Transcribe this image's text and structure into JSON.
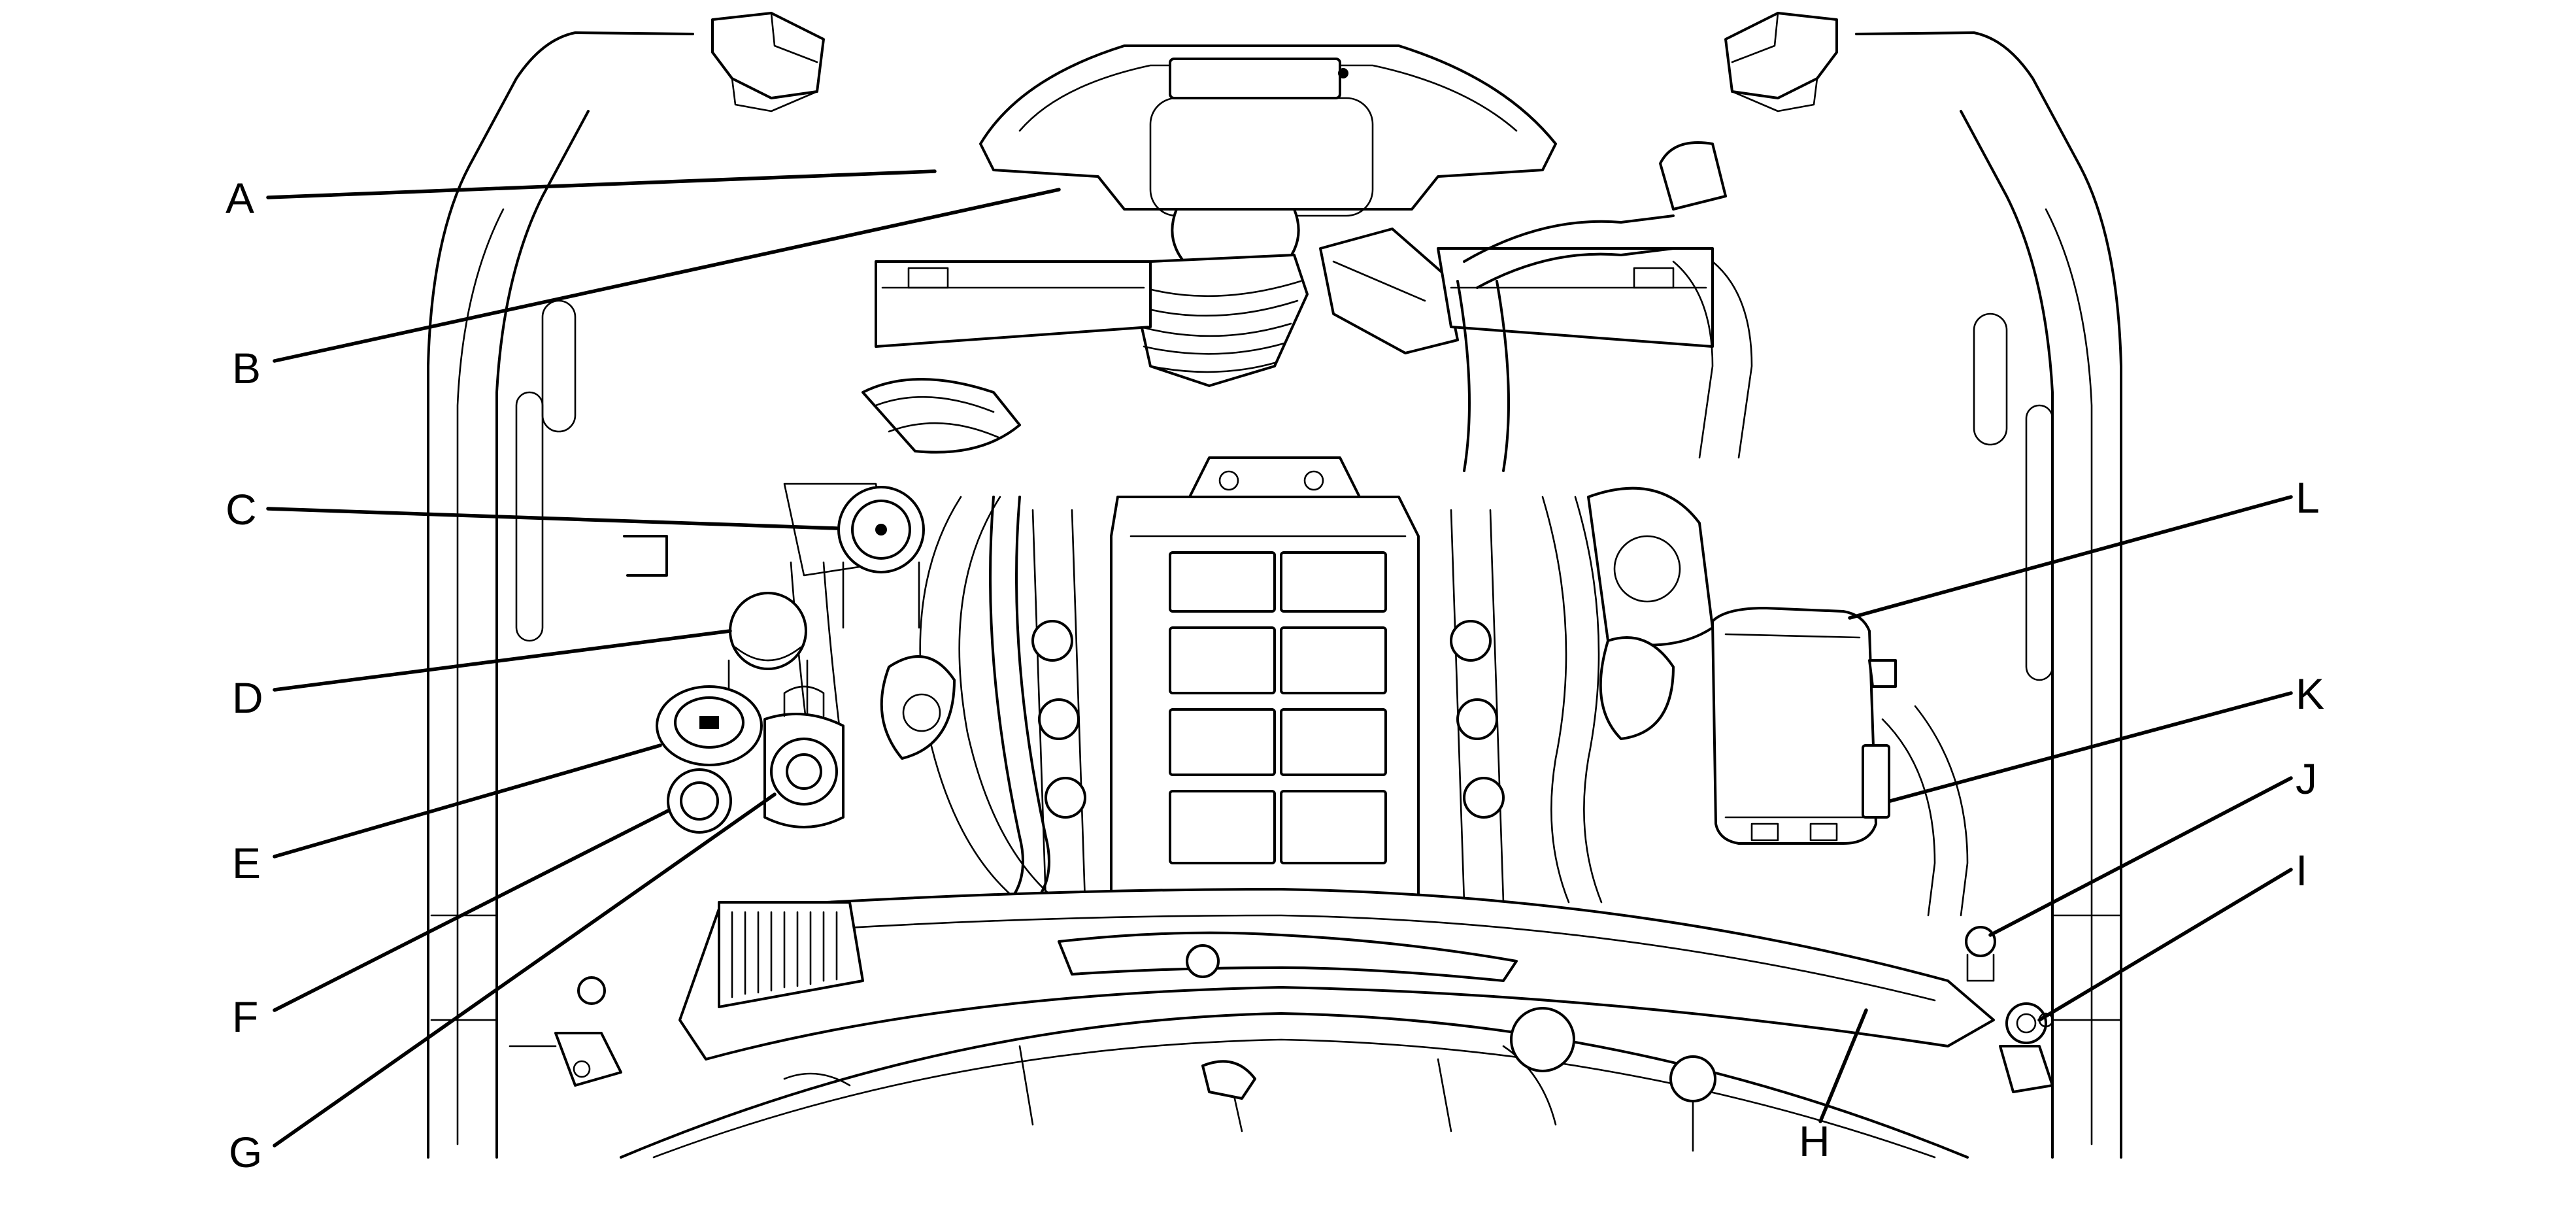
{
  "callouts": [
    {
      "id": "A",
      "label": "A"
    },
    {
      "id": "B",
      "label": "B"
    },
    {
      "id": "C",
      "label": "C"
    },
    {
      "id": "D",
      "label": "D"
    },
    {
      "id": "E",
      "label": "E"
    },
    {
      "id": "F",
      "label": "F"
    },
    {
      "id": "G",
      "label": "G"
    },
    {
      "id": "H",
      "label": "H"
    },
    {
      "id": "I",
      "label": "I"
    },
    {
      "id": "J",
      "label": "J"
    },
    {
      "id": "K",
      "label": "K"
    },
    {
      "id": "L",
      "label": "L"
    }
  ],
  "colors": {
    "line": "#000000",
    "background": "#ffffff"
  }
}
